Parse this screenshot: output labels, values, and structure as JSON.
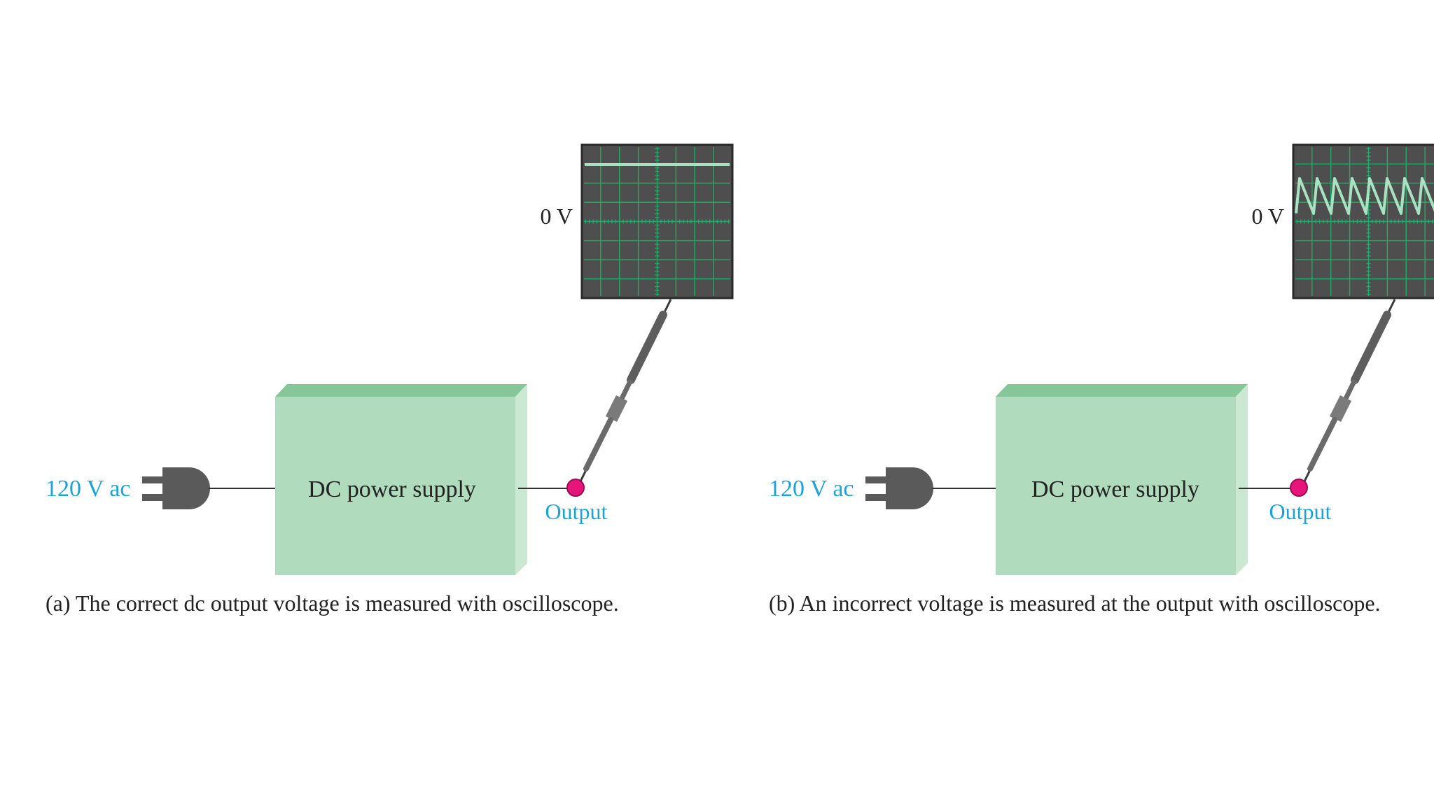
{
  "colors": {
    "box_face": "#b0dcbd",
    "box_top": "#86c79a",
    "box_side": "#cbe9d2",
    "screen_bg": "#4e4e4e",
    "grid_line": "#22aa66",
    "trace": "#a8e2c2",
    "plug": "#5a5a5a",
    "probe_tip": "#e6157a",
    "label_blue": "#1ba3d6",
    "text_dark": "#222222"
  },
  "panel_a": {
    "input_label": "120 V ac",
    "box_label": "DC power supply",
    "output_label": "Output",
    "zero_label": "0 V",
    "waveform": "flat-dc",
    "caption": "(a) The correct dc output voltage is measured with oscilloscope."
  },
  "panel_b": {
    "input_label": "120 V ac",
    "box_label": "DC power supply",
    "output_label": "Output",
    "zero_label": "0 V",
    "waveform": "ripple",
    "caption": "(b) An incorrect voltage is measured at the output with oscilloscope."
  },
  "icons": [
    "plug-icon",
    "oscilloscope-screen-icon",
    "probe-icon"
  ]
}
